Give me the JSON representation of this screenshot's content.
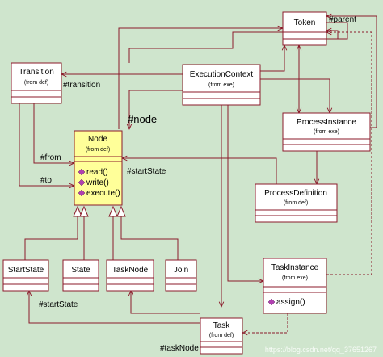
{
  "classes": {
    "token": {
      "name": "Token"
    },
    "transition": {
      "name": "Transition",
      "stereotype": "(from def)"
    },
    "execution_context": {
      "name": "ExecutionContext",
      "stereotype": "(from exe)"
    },
    "node": {
      "name": "Node",
      "stereotype": "(from def)",
      "operations": [
        "read()",
        "write()",
        "execute()"
      ]
    },
    "process_instance": {
      "name": "ProcessInstance",
      "stereotype": "(from exe)"
    },
    "process_definition": {
      "name": "ProcessDefinition",
      "stereotype": "(from def)"
    },
    "start_state": {
      "name": "StartState"
    },
    "state": {
      "name": "State"
    },
    "task_node": {
      "name": "TaskNode"
    },
    "join": {
      "name": "Join"
    },
    "task_instance": {
      "name": "TaskInstance",
      "stereotype": "(from exe)",
      "operations": [
        "assign()"
      ]
    },
    "task": {
      "name": "Task",
      "stereotype": "(from def)"
    }
  },
  "roles": {
    "parent": "#parent",
    "transition": "#transition",
    "node": "#node",
    "from": "#from",
    "to": "#to",
    "start_state_node": "#startState",
    "start_state_task": "#startState",
    "task_node": "#taskNode"
  },
  "watermark": "https://blog.csdn.net/qq_37651267",
  "colors": {
    "background": "#cfe5cd",
    "line": "#8b1a2a",
    "highlight": "#ffff99",
    "operation_icon": "#b040b0"
  }
}
